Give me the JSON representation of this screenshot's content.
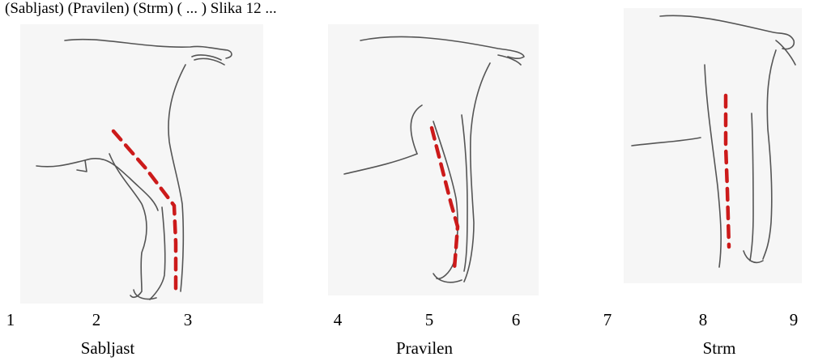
{
  "caption": "(Sabljast)     (Pravilen)     (Strm)     ( ... ) Slika 12 ...",
  "panels": [
    {
      "label": "Sabljast",
      "numbers": [
        "1",
        "2",
        "3"
      ]
    },
    {
      "label": "Pravilen",
      "numbers": [
        "4",
        "5",
        "6"
      ]
    },
    {
      "label": "Strm",
      "numbers": [
        "7",
        "8",
        "9"
      ]
    }
  ],
  "colors": {
    "axis_line": "#cc1a1a",
    "outline": "#555555"
  },
  "icons": {
    "leg": "goat-hind-leg-outline"
  }
}
